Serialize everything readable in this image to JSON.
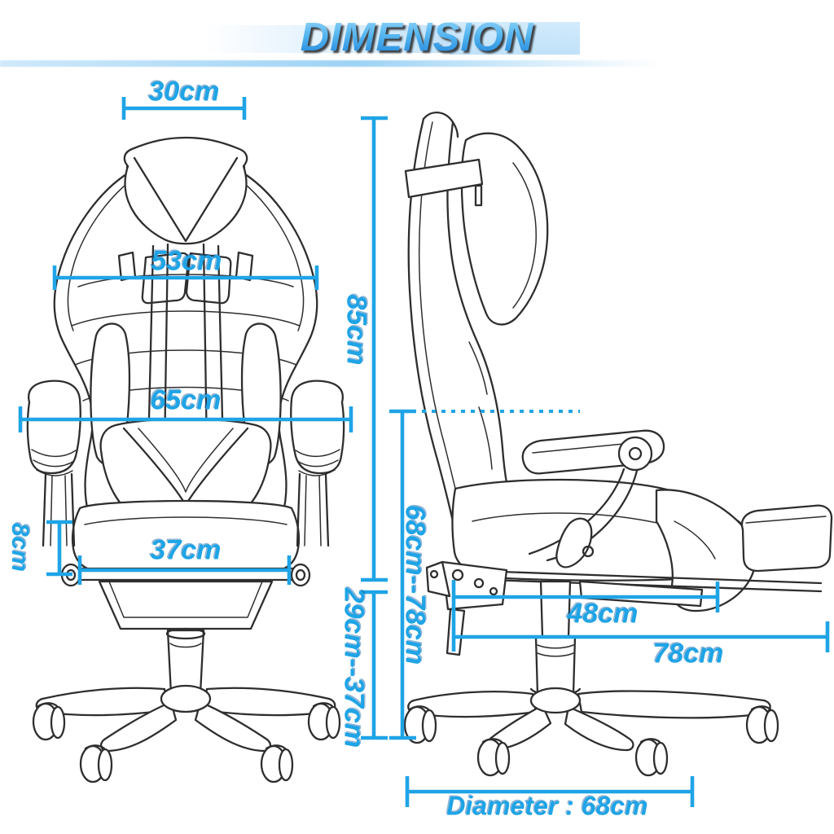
{
  "title": "DIMENSION",
  "colors": {
    "accent": "#1fa4e6",
    "ink": "#2e2e2e",
    "band": "#bfe2f8",
    "title_top": "#9ad7f8",
    "title_mid": "#55b6f0",
    "title_bottom": "#1c80d9"
  },
  "front_view": {
    "dims": {
      "headrest_width": "30cm",
      "backrest_width": "53cm",
      "armrest_span": "65cm",
      "armrest_height": "8cm",
      "seat_width": "37cm"
    }
  },
  "side_view": {
    "dims": {
      "backrest_height": "85cm",
      "seat_top_height_range": "68cm--78cm",
      "base_height_range": "29cm--37cm",
      "seat_depth": "48cm",
      "depth_with_footrest": "78cm",
      "base_diameter": "Diameter : 68cm"
    }
  }
}
